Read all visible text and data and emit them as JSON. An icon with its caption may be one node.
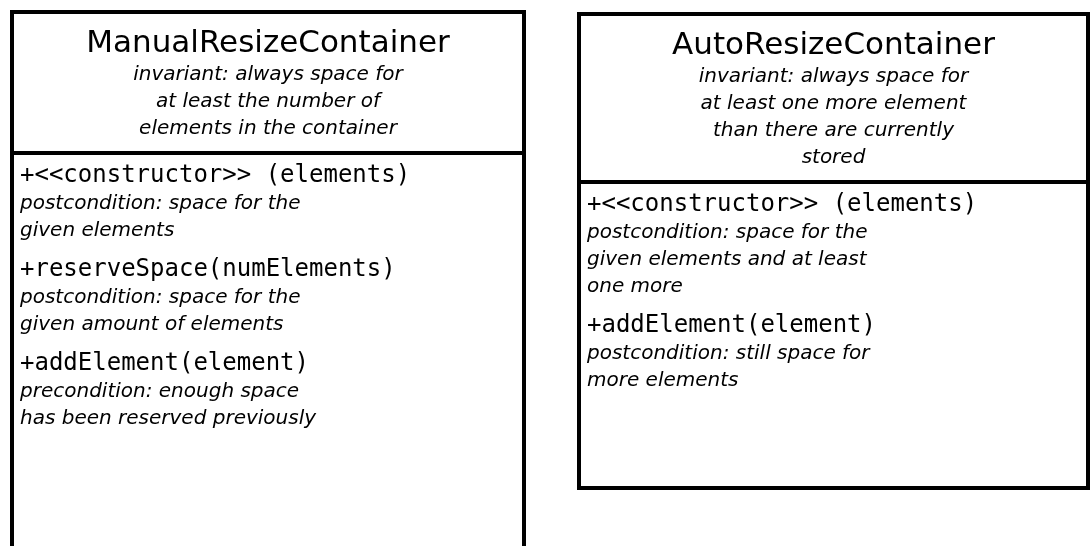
{
  "diagram": {
    "nodes": [
      {
        "text": [
          "ManualResizeContainer",
          "invariant: always space for at least the number of elements in the container",
          "+<<constructor>> (elements)",
          "postcondition: space for the given elements",
          "+reserveSpace(numElements)",
          "postcondition: space for the given amount of elements",
          "+addElement(element)",
          "precondition: enough space has been reserved previously"
        ]
      },
      {
        "text": [
          "AutoResizeContainer",
          "invariant: always space for at least one more element than there are currently stored",
          "+<<constructor>> (elements)",
          "postcondition: space for the given elements and at least one more",
          "+addElement(element)",
          "postcondition: still space for more elements"
        ]
      }
    ]
  }
}
